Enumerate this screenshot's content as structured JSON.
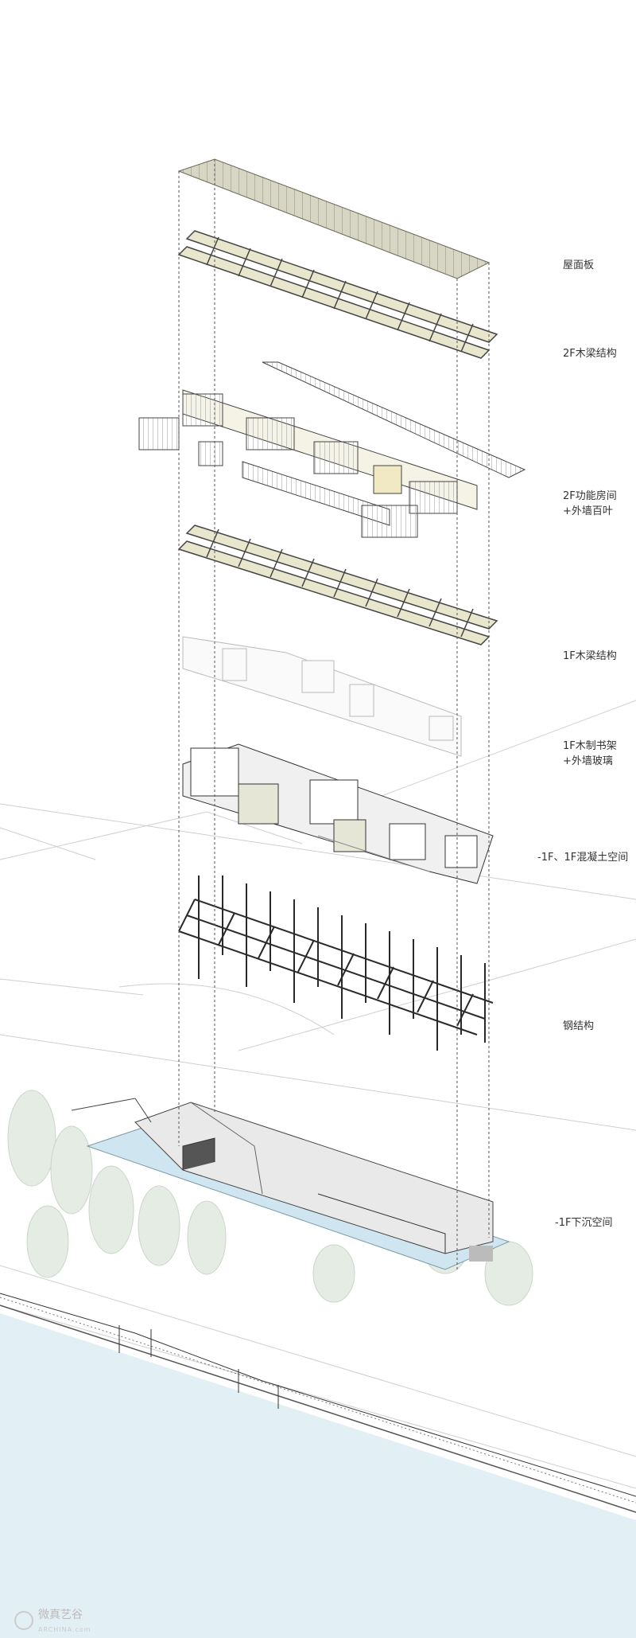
{
  "layers": [
    {
      "label": "屋面板"
    },
    {
      "label": "2F木梁结构"
    },
    {
      "label": "2F功能房间",
      "label2": "+外墙百叶"
    },
    {
      "label": "1F木梁结构"
    },
    {
      "label": "1F木制书架",
      "label2": "+外墙玻璃"
    },
    {
      "label": "-1F、1F混凝土空间"
    },
    {
      "label": "钢结构"
    },
    {
      "label": "-1F下沉空间"
    }
  ],
  "watermark": {
    "text": "微真艺谷",
    "sub": "ARCHINA.com"
  },
  "colors": {
    "line": "#555555",
    "timber": "#e8e6cc",
    "concrete": "#f2f2f2",
    "water": "#cfe6f0",
    "steel": "#2a2a2a",
    "tree": "#dde8dd"
  }
}
